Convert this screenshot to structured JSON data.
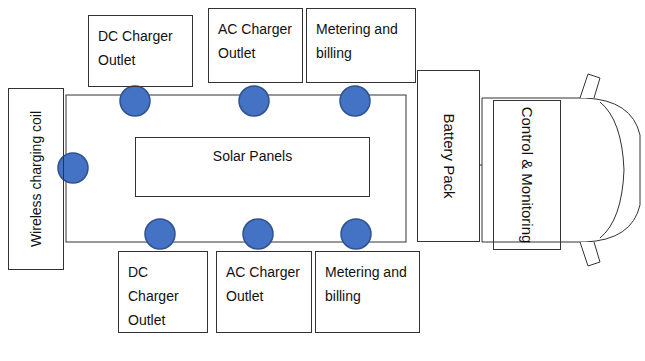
{
  "diagram": {
    "nodes": [
      {
        "text": [
          "DC Charger Outlet"
        ]
      },
      {
        "text": [
          "AC Charger Outlet"
        ]
      },
      {
        "text": [
          "Metering and billing"
        ]
      },
      {
        "text": [
          "Wireless charging coil"
        ]
      },
      {
        "text": [
          "Solar Panels"
        ]
      },
      {
        "text": [
          "Battery Pack"
        ]
      },
      {
        "text": [
          "Control & Monitoring"
        ]
      },
      {
        "text": [
          "DC Charger Outlet"
        ]
      },
      {
        "text": [
          "AC Charger Outlet"
        ]
      },
      {
        "text": [
          "Metering and billing"
        ]
      }
    ]
  }
}
